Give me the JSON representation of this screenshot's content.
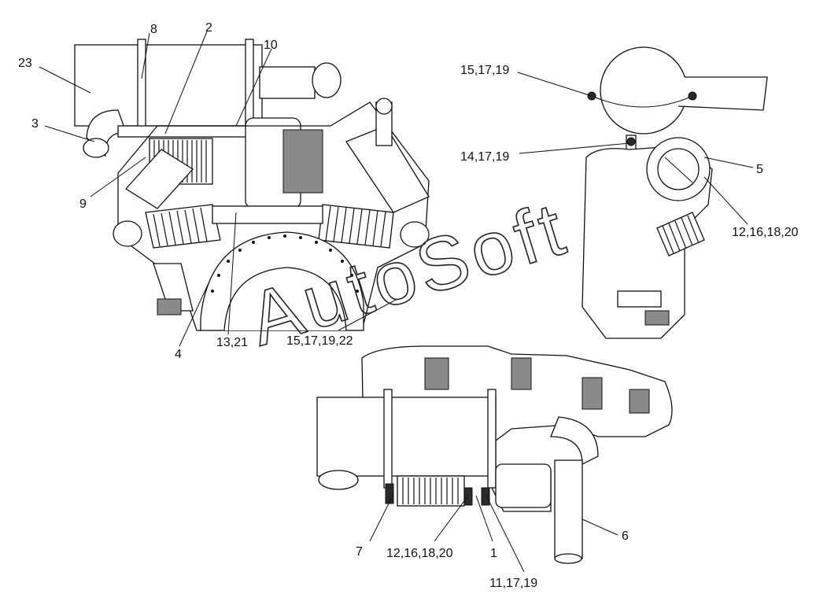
{
  "watermark": "AutoSoft",
  "callouts": {
    "c23": "23",
    "c8": "8",
    "c2": "2",
    "c10": "10",
    "c3": "3",
    "c9": "9",
    "c4": "4",
    "c13_21": "13,21",
    "c15_17_19_22": "15,17,19,22",
    "c15_17_19": "15,17,19",
    "c14_17_19": "14,17,19",
    "c5": "5",
    "c12_16_18_20_top": "12,16,18,20",
    "c7": "7",
    "c12_16_18_20_bottom": "12,16,18,20",
    "c1": "1",
    "c6": "6",
    "c11_17_19": "11,17,19"
  }
}
